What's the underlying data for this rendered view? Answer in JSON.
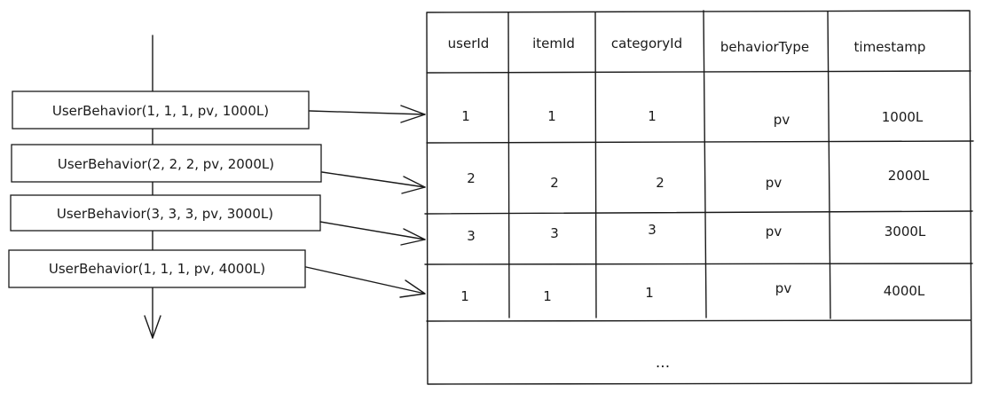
{
  "stream": {
    "records": [
      "UserBehavior(1, 1, 1, pv, 1000L)",
      "UserBehavior(2, 2, 2, pv, 2000L)",
      "UserBehavior(3, 3, 3, pv, 3000L)",
      "UserBehavior(1, 1, 1, pv, 4000L)"
    ]
  },
  "table": {
    "columns": [
      "userId",
      "itemId",
      "categoryId",
      "behaviorType",
      "timestamp"
    ],
    "rows": [
      [
        "1",
        "1",
        "1",
        "pv",
        "1000L"
      ],
      [
        "2",
        "2",
        "2",
        "pv",
        "2000L"
      ],
      [
        "3",
        "3",
        "3",
        "pv",
        "3000L"
      ],
      [
        "1",
        "1",
        "1",
        "pv",
        "4000L"
      ]
    ],
    "continuation": "..."
  }
}
